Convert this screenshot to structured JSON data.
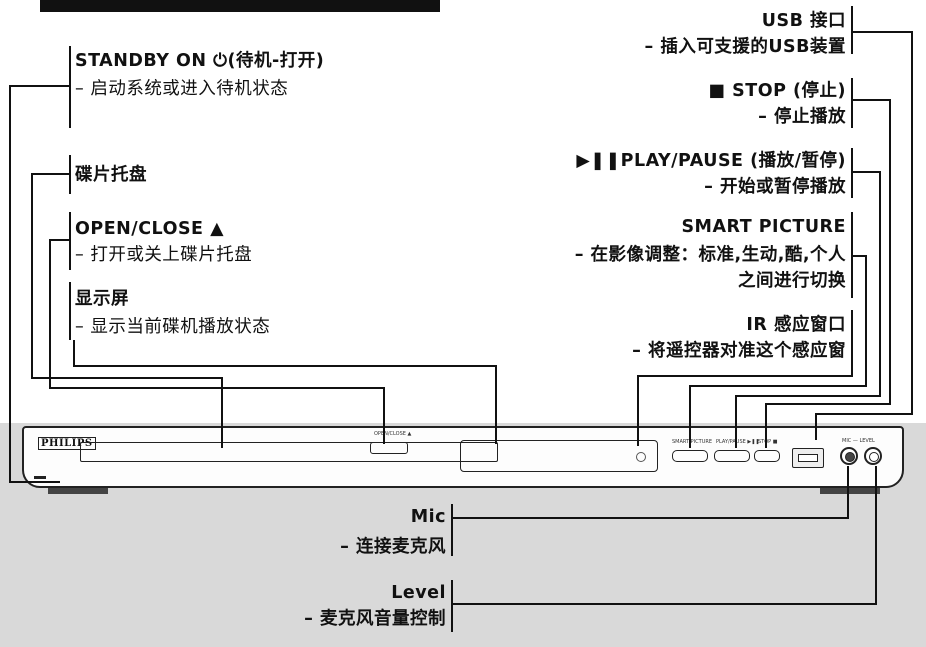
{
  "labels": {
    "standby_title": "STANDBY ON ⏻(待机-打开)",
    "standby_desc": "– 启动系统或进入待机状态",
    "tray_title": "碟片托盘",
    "open_title": "OPEN/CLOSE ▲",
    "open_desc": "– 打开或关上碟片托盘",
    "display_title": "显示屏",
    "display_desc": "– 显示当前碟机播放状态",
    "usb_title": "USB 接口",
    "usb_desc": "– 插入可支援的USB装置",
    "stop_title": "■ STOP (停止)",
    "stop_desc": "– 停止播放",
    "play_title": "▶❚❚PLAY/PAUSE (播放/暂停)",
    "play_desc": "– 开始或暂停播放",
    "smart_title": "SMART PICTURE",
    "smart_desc1": "– 在影像调整：标准,生动,酷,个人",
    "smart_desc2": "之间进行切换",
    "ir_title": "IR 感应窗口",
    "ir_desc": "– 将遥控器对准这个感应窗",
    "mic_title": "Mic",
    "mic_desc": "– 连接麦克风",
    "level_title": "Level",
    "level_desc": "– 麦克风音量控制"
  },
  "device": {
    "brand": "PHILIPS",
    "open_close_cap": "OPEN/CLOSE ▲",
    "smart_cap": "SMART PICTURE",
    "play_cap": "PLAY/PAUSE ▶❚❚",
    "stop_cap": "STOP ■",
    "mic_cap": "MIC — LEVEL"
  }
}
